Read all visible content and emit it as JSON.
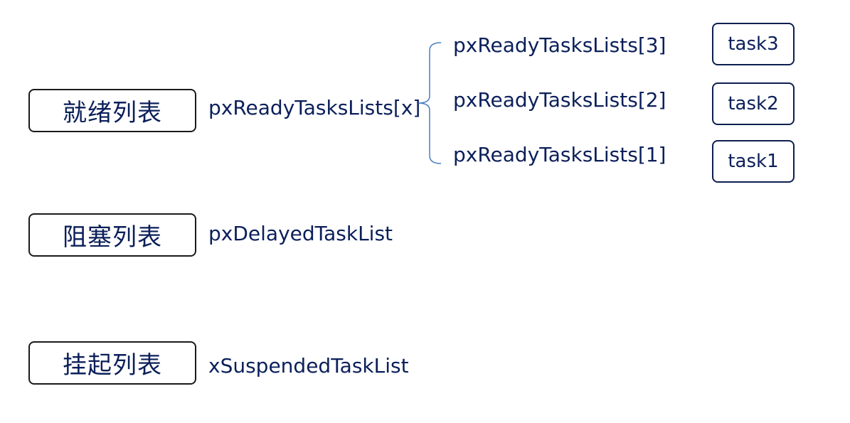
{
  "colors": {
    "text": "#0b1f5a",
    "box_border": "#1a1a1a",
    "brace": "#4a7fc1"
  },
  "categories": {
    "ready": {
      "label": "就绪列表",
      "list_name": "pxReadyTasksLists[x]"
    },
    "blocked": {
      "label": "阻塞列表",
      "list_name": "pxDelayedTaskList"
    },
    "suspended": {
      "label": "挂起列表",
      "list_name": "xSuspendedTaskList"
    }
  },
  "ready_lists": [
    {
      "list_name": "pxReadyTasksLists[3]",
      "task": "task3"
    },
    {
      "list_name": "pxReadyTasksLists[2]",
      "task": "task2"
    },
    {
      "list_name": "pxReadyTasksLists[1]",
      "task": "task1"
    }
  ]
}
